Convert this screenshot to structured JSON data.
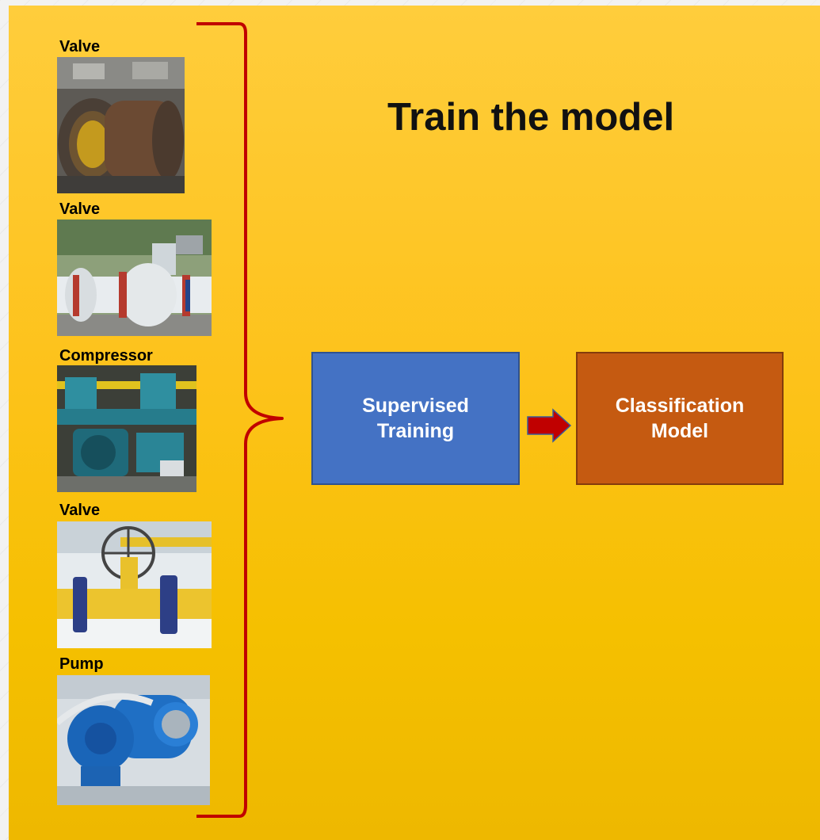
{
  "title": "Train the model",
  "images": [
    {
      "label": "Valve",
      "icon": "valve-photo"
    },
    {
      "label": "Valve",
      "icon": "valve-photo"
    },
    {
      "label": "Compressor",
      "icon": "compressor-photo"
    },
    {
      "label": "Valve",
      "icon": "valve-photo"
    },
    {
      "label": "Pump",
      "icon": "pump-photo"
    }
  ],
  "flow": {
    "training_box": "Supervised\nTraining",
    "model_box": "Classification\nModel"
  },
  "colors": {
    "background": "#fdc21a",
    "brace": "#c00000",
    "training_box": "#4472c4",
    "model_box": "#c55a11",
    "arrow": "#c00000"
  }
}
